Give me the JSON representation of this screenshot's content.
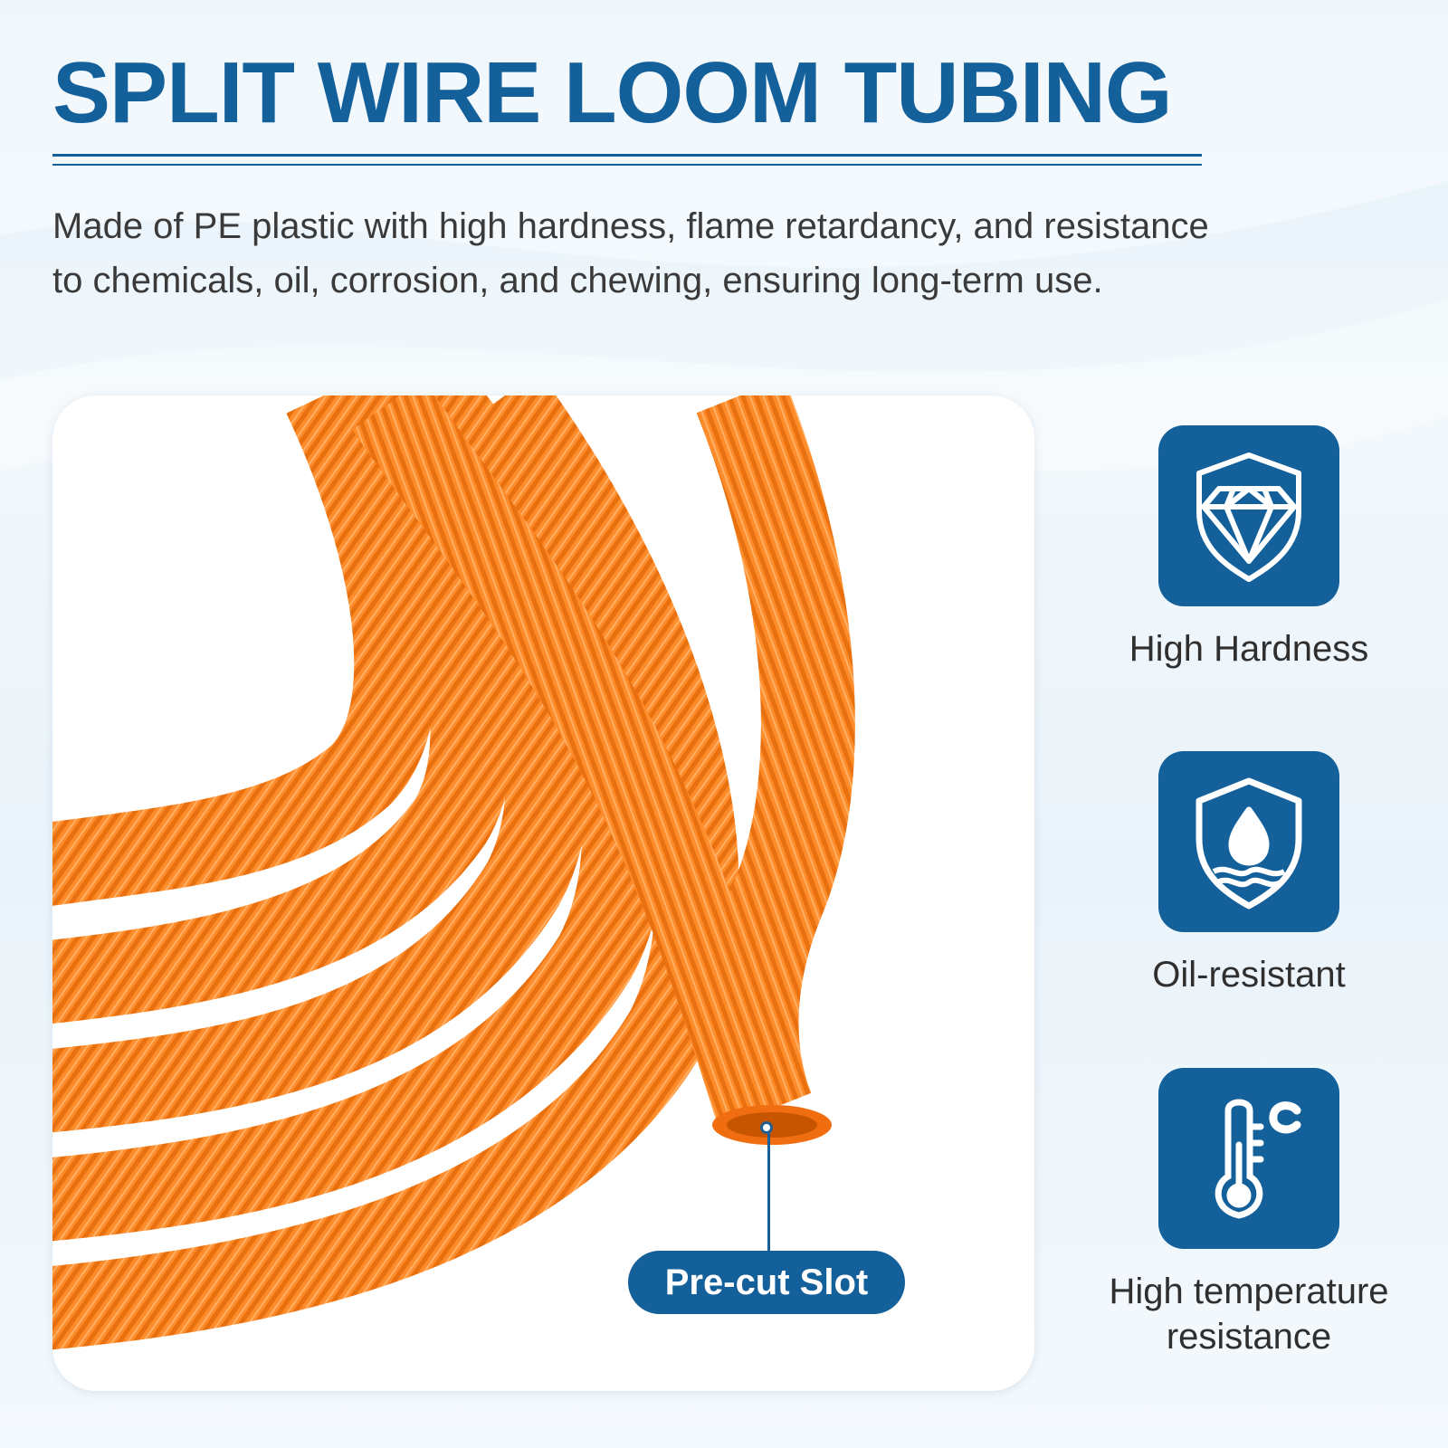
{
  "header": {
    "title": "SPLIT WIRE LOOM TUBING",
    "description": "Made of PE plastic with high hardness, flame retardancy, and resistance to chemicals, oil, corrosion, and chewing, ensuring long-term use."
  },
  "photo": {
    "callout_label": "Pre-cut Slot"
  },
  "features": [
    {
      "label": "High Hardness",
      "icon": "diamond-shield-icon"
    },
    {
      "label": "Oil-resistant",
      "icon": "droplet-shield-icon"
    },
    {
      "label": "High temperature resistance",
      "icon": "thermometer-celsius-icon"
    }
  ],
  "colors": {
    "brand_blue": "#14609a",
    "tube_orange": "#ff8c2a",
    "tube_shadow": "#e86f0e",
    "icon_bg": "#14609a",
    "text_dark": "#3a3a3a"
  }
}
